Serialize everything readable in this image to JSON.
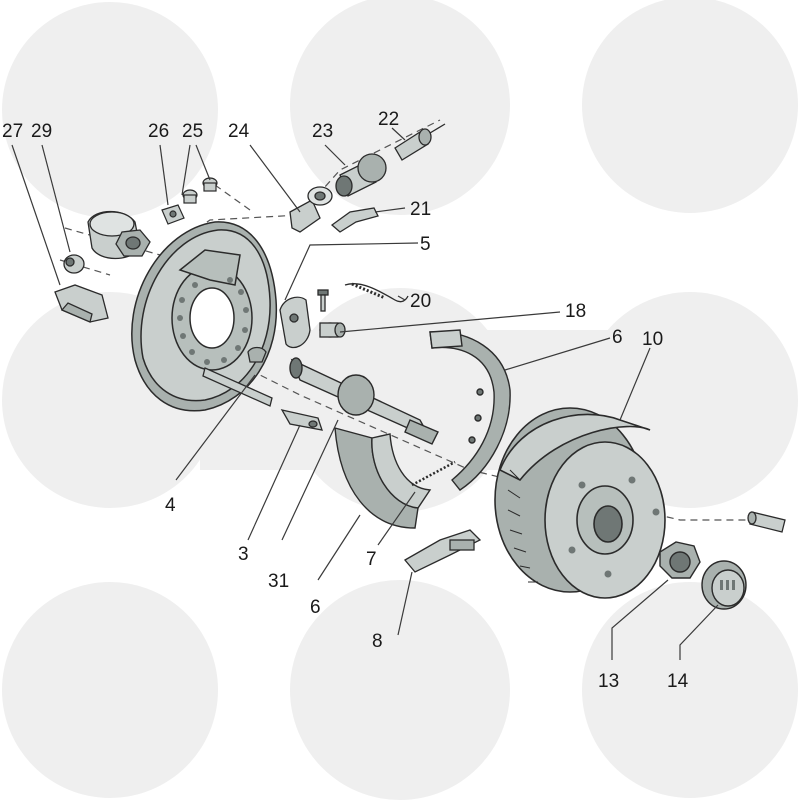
{
  "diagram": {
    "type": "exploded-view parts diagram",
    "colors": {
      "background_blobs": "#efefef",
      "part_fill": "#c9cfcd",
      "part_shade": "#a9b1ae",
      "part_dark": "#6f7775",
      "outline": "#2b2b2b",
      "leader": "#3a3a3a"
    },
    "labels": {
      "p27": "27",
      "p29": "29",
      "p26": "26",
      "p25": "25",
      "p24": "24",
      "p23": "23",
      "p22": "22",
      "p21": "21",
      "p5": "5",
      "p20": "20",
      "p18": "18",
      "p6a": "6",
      "p10": "10",
      "p4": "4",
      "p3": "3",
      "p31": "31",
      "p6b": "6",
      "p7": "7",
      "p8": "8",
      "p13": "13",
      "p14": "14"
    }
  }
}
